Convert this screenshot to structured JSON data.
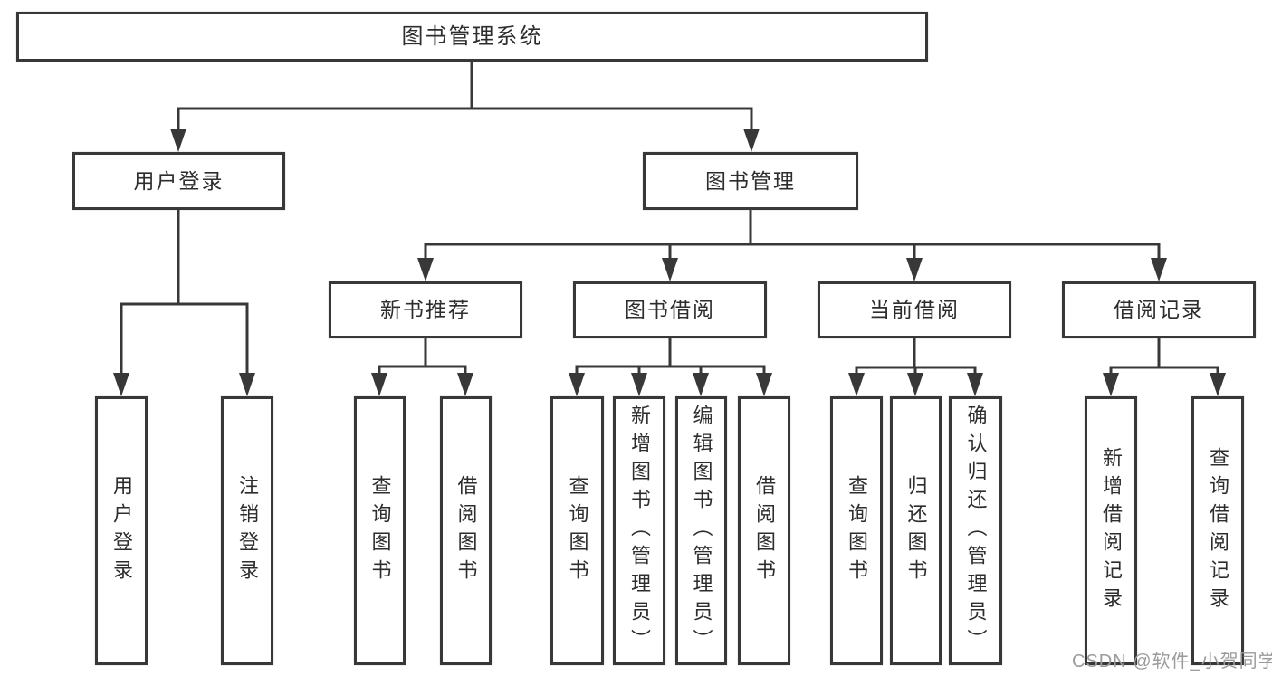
{
  "colors": {
    "line": "#383838",
    "box_border": "#383838",
    "box_fill": "#ffffff",
    "text": "#2d2d2d",
    "watermark": "#9b9b9b",
    "background": "#ffffff"
  },
  "watermark": {
    "text": "CSDN @软件_小贺同学"
  },
  "tree": {
    "root": {
      "label": "图书管理系统"
    },
    "children": [
      {
        "label": "用户登录",
        "children": [
          {
            "label": "用户登录"
          },
          {
            "label": "注销登录"
          }
        ]
      },
      {
        "label": "图书管理",
        "children": [
          {
            "label": "新书推荐",
            "children": [
              {
                "label": "查询图书"
              },
              {
                "label": "借阅图书"
              }
            ]
          },
          {
            "label": "图书借阅",
            "children": [
              {
                "label": "查询图书"
              },
              {
                "label": "新增图书（管理员）"
              },
              {
                "label": "编辑图书（管理员）"
              },
              {
                "label": "借阅图书"
              }
            ]
          },
          {
            "label": "当前借阅",
            "children": [
              {
                "label": "查询图书"
              },
              {
                "label": "归还图书"
              },
              {
                "label": "确认归还（管理员）"
              }
            ]
          },
          {
            "label": "借阅记录",
            "children": [
              {
                "label": "新增借阅记录"
              },
              {
                "label": "查询借阅记录"
              }
            ]
          }
        ]
      }
    ]
  }
}
